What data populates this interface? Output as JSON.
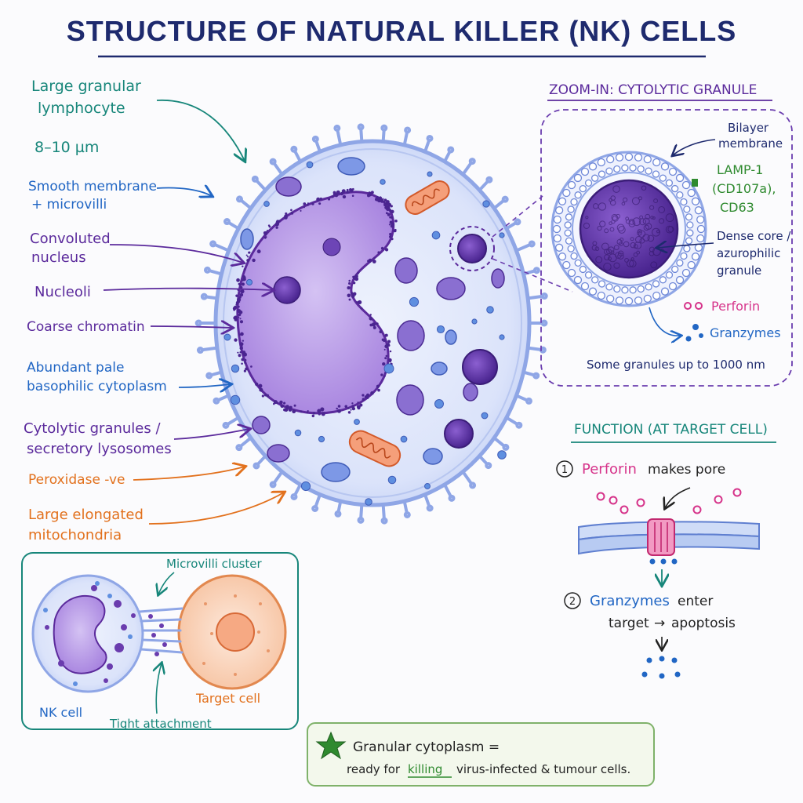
{
  "title": "STRUCTURE OF NATURAL KILLER (NK) CELLS",
  "colors": {
    "navy": "#1e2a6e",
    "teal": "#17867a",
    "blue": "#2166c4",
    "purple": "#5b2a9c",
    "orange": "#e2711d",
    "pink": "#d6338a",
    "green": "#2f8a2f",
    "cell_fill": "#dfe6fb",
    "cell_edge": "#8fa6e6",
    "nucleus": "#b89be6",
    "granule": "#6a3cae",
    "mito": "#f28a5c"
  },
  "left_labels": {
    "large_granular_1": "Large granular",
    "large_granular_2": "lymphocyte",
    "size": "8–10 µm",
    "membrane_1": "Smooth membrane",
    "membrane_2": "+ microvilli",
    "nucleus_1": "Convoluted",
    "nucleus_2": "nucleus",
    "nucleoli": "Nucleoli",
    "chromatin": "Coarse chromatin",
    "cytoplasm_1": "Abundant pale",
    "cytoplasm_2": "basophilic cytoplasm",
    "granules_1": "Cytolytic granules /",
    "granules_2": "secretory lysosomes",
    "peroxidase": "Peroxidase -ve",
    "mito_1": "Large elongated",
    "mito_2": "mitochondria"
  },
  "zoom": {
    "heading": "ZOOM-IN: CYTOLYTIC GRANULE",
    "bilayer_1": "Bilayer",
    "bilayer_2": "membrane",
    "lamp_1": "LAMP-1",
    "lamp_2": "(CD107a),",
    "lamp_3": "CD63",
    "core_1": "Dense core /",
    "core_2": "azurophilic",
    "core_3": "granule",
    "perforin": "Perforin",
    "granzymes": "Granzymes",
    "note": "Some granules up to 1000 nm"
  },
  "function": {
    "heading": "FUNCTION (AT TARGET CELL)",
    "step1_num": "1",
    "step1_key": "Perforin",
    "step1_rest": "makes pore",
    "step2_num": "2",
    "step2_key": "Granzymes",
    "step2_rest": "enter",
    "step2_line2_a": "target",
    "step2_arrow": "→",
    "step2_line2_b": "apoptosis"
  },
  "attach": {
    "microvilli": "Microvilli cluster",
    "nk": "NK cell",
    "target": "Target cell",
    "tight": "Tight attachment"
  },
  "summary": {
    "line1": "Granular cytoplasm =",
    "line2_a": "ready for",
    "line2_key": "killing",
    "line2_b": "virus-infected & tumour cells."
  }
}
